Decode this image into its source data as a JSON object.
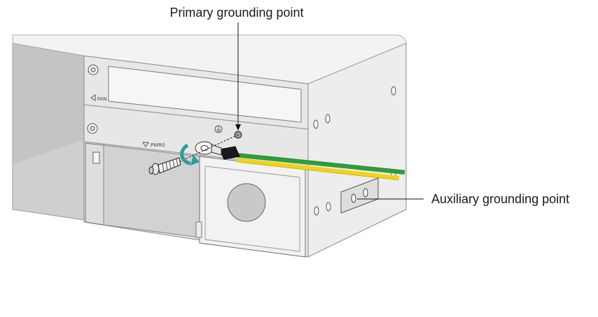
{
  "callouts": {
    "primary": "Primary grounding point",
    "auxiliary": "Auxiliary grounding point"
  },
  "panel_labels": {
    "fan": "FAN",
    "power": "PWR0"
  },
  "colors": {
    "cable_green": "#2f9e3a",
    "cable_yellow": "#f2d21a",
    "arrow_teal": "#2a9d9b",
    "chassis_light": "#f2f2f2",
    "chassis_mid": "#dcdcdc",
    "chassis_dark": "#c4c4c4"
  },
  "icons": [
    "ground-symbol-icon",
    "rotate-arrow-icon",
    "screw-icon",
    "fan-arrow-icon",
    "power-arrow-icon"
  ]
}
